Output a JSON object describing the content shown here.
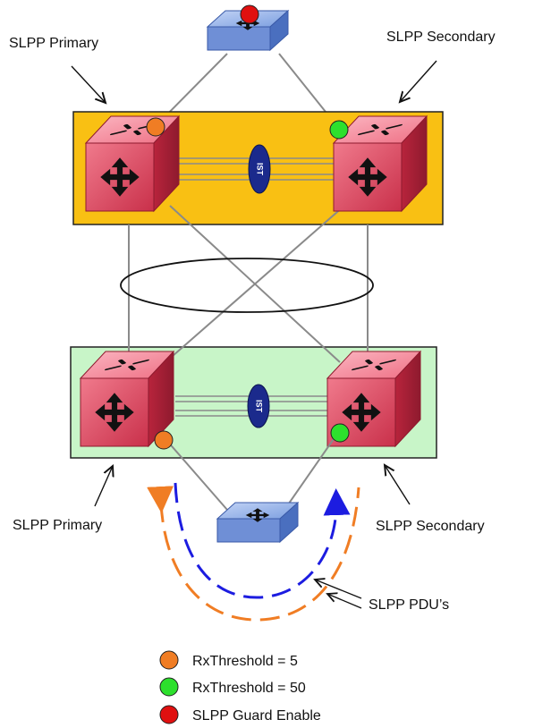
{
  "labels": {
    "top_left": "SLPP Primary",
    "top_right": "SLPP Secondary",
    "bottom_left": "SLPP Primary",
    "bottom_right": "SLPP Secondary",
    "pdu": "SLPP PDU’s"
  },
  "ist_label": "IST",
  "legend": [
    {
      "color": "#f07d24",
      "text": "RxThreshold = 5"
    },
    {
      "color": "#2de02d",
      "text": "RxThreshold = 50"
    },
    {
      "color": "#e01010",
      "text": "SLPP Guard Enable"
    }
  ],
  "colors": {
    "top_panel": "#f9c013",
    "bottom_panel": "#c8f5c8",
    "switch_body": "#e8506a",
    "edge_switch": "#7a9ad8",
    "pdu_orange": "#f07d24",
    "pdu_blue": "#1c1ce0",
    "ist_oval": "#1b2a8c"
  }
}
